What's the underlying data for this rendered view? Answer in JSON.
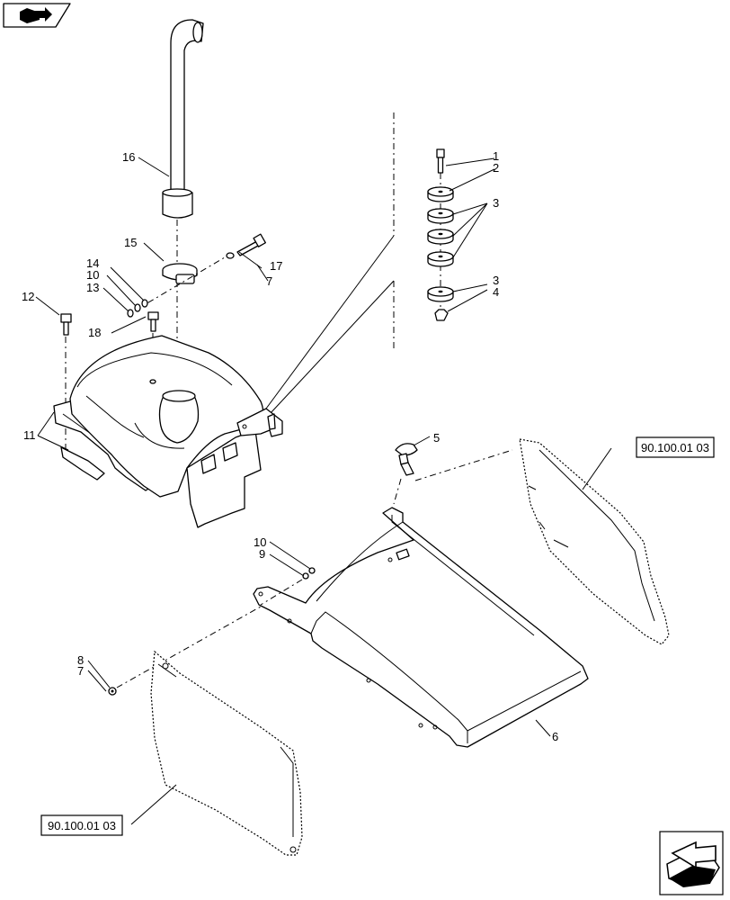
{
  "callouts": {
    "c1": "1",
    "c2": "2",
    "c3a": "3",
    "c3b": "3",
    "c4": "4",
    "c5": "5",
    "c6": "6",
    "c7a": "7",
    "c7b": "7",
    "c8": "8",
    "c9": "9",
    "c10a": "10",
    "c10b": "10",
    "c11": "11",
    "c12": "12",
    "c13": "13",
    "c14": "14",
    "c15": "15",
    "c16": "16",
    "c17": "17",
    "c18": "18"
  },
  "references": {
    "right_panel": "90.100.01 03",
    "left_panel": "90.100.01 03"
  },
  "icons": {
    "top_left": "book-arrow-icon",
    "bottom_right": "next-page-arrow-icon"
  }
}
